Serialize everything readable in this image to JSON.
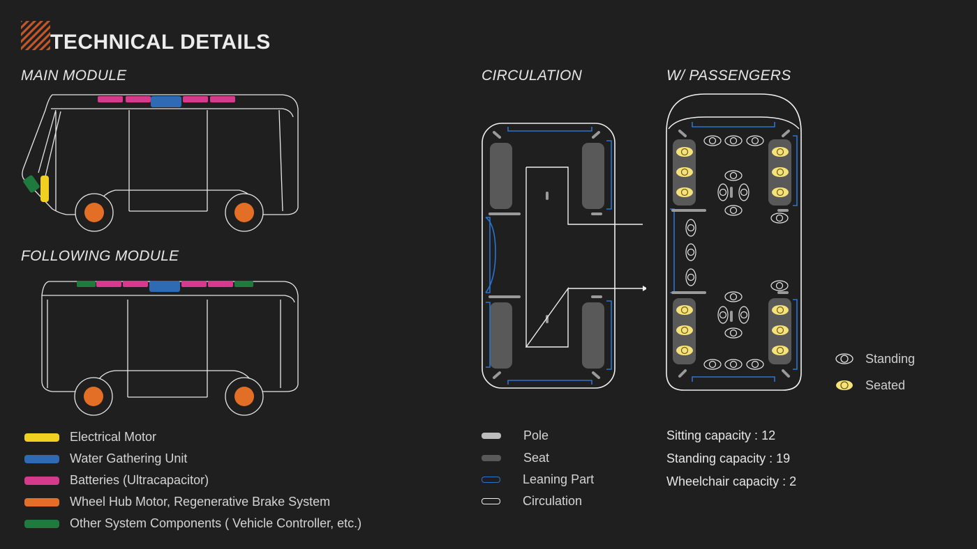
{
  "title": "TECHNICAL DETAILS",
  "sections": {
    "main_module": "MAIN MODULE",
    "following_module": "FOLLOWING MODULE",
    "circulation": "CIRCULATION",
    "passengers": "W/ PASSENGERS"
  },
  "colors": {
    "background": "#1f1f1f",
    "electrical_motor": "#f0d020",
    "water_unit": "#2f6bb5",
    "batteries": "#d63a8c",
    "wheel_hub": "#e36f26",
    "other_components": "#1f7a3d",
    "leaning": "#2a74d0",
    "seated": "#f5e27a"
  },
  "component_legend": [
    {
      "label": "Electrical Motor",
      "color": "#f0d020"
    },
    {
      "label": "Water Gathering Unit",
      "color": "#2f6bb5"
    },
    {
      "label": "Batteries (Ultracapacitor)",
      "color": "#d63a8c"
    },
    {
      "label": "Wheel Hub Motor, Regenerative Brake System",
      "color": "#e36f26"
    },
    {
      "label": "Other System Components ( Vehicle Controller, etc.)",
      "color": "#1f7a3d"
    }
  ],
  "circulation_legend": [
    {
      "label": "Pole"
    },
    {
      "label": "Seat"
    },
    {
      "label": "Leaning Part"
    },
    {
      "label": "Circulation"
    }
  ],
  "passenger_legend": {
    "standing": "Standing",
    "seated": "Seated"
  },
  "capacity": {
    "sitting": "Sitting capacity : 12",
    "standing": "Standing capacity : 19",
    "wheelchair": "Wheelchair capacity : 2"
  }
}
